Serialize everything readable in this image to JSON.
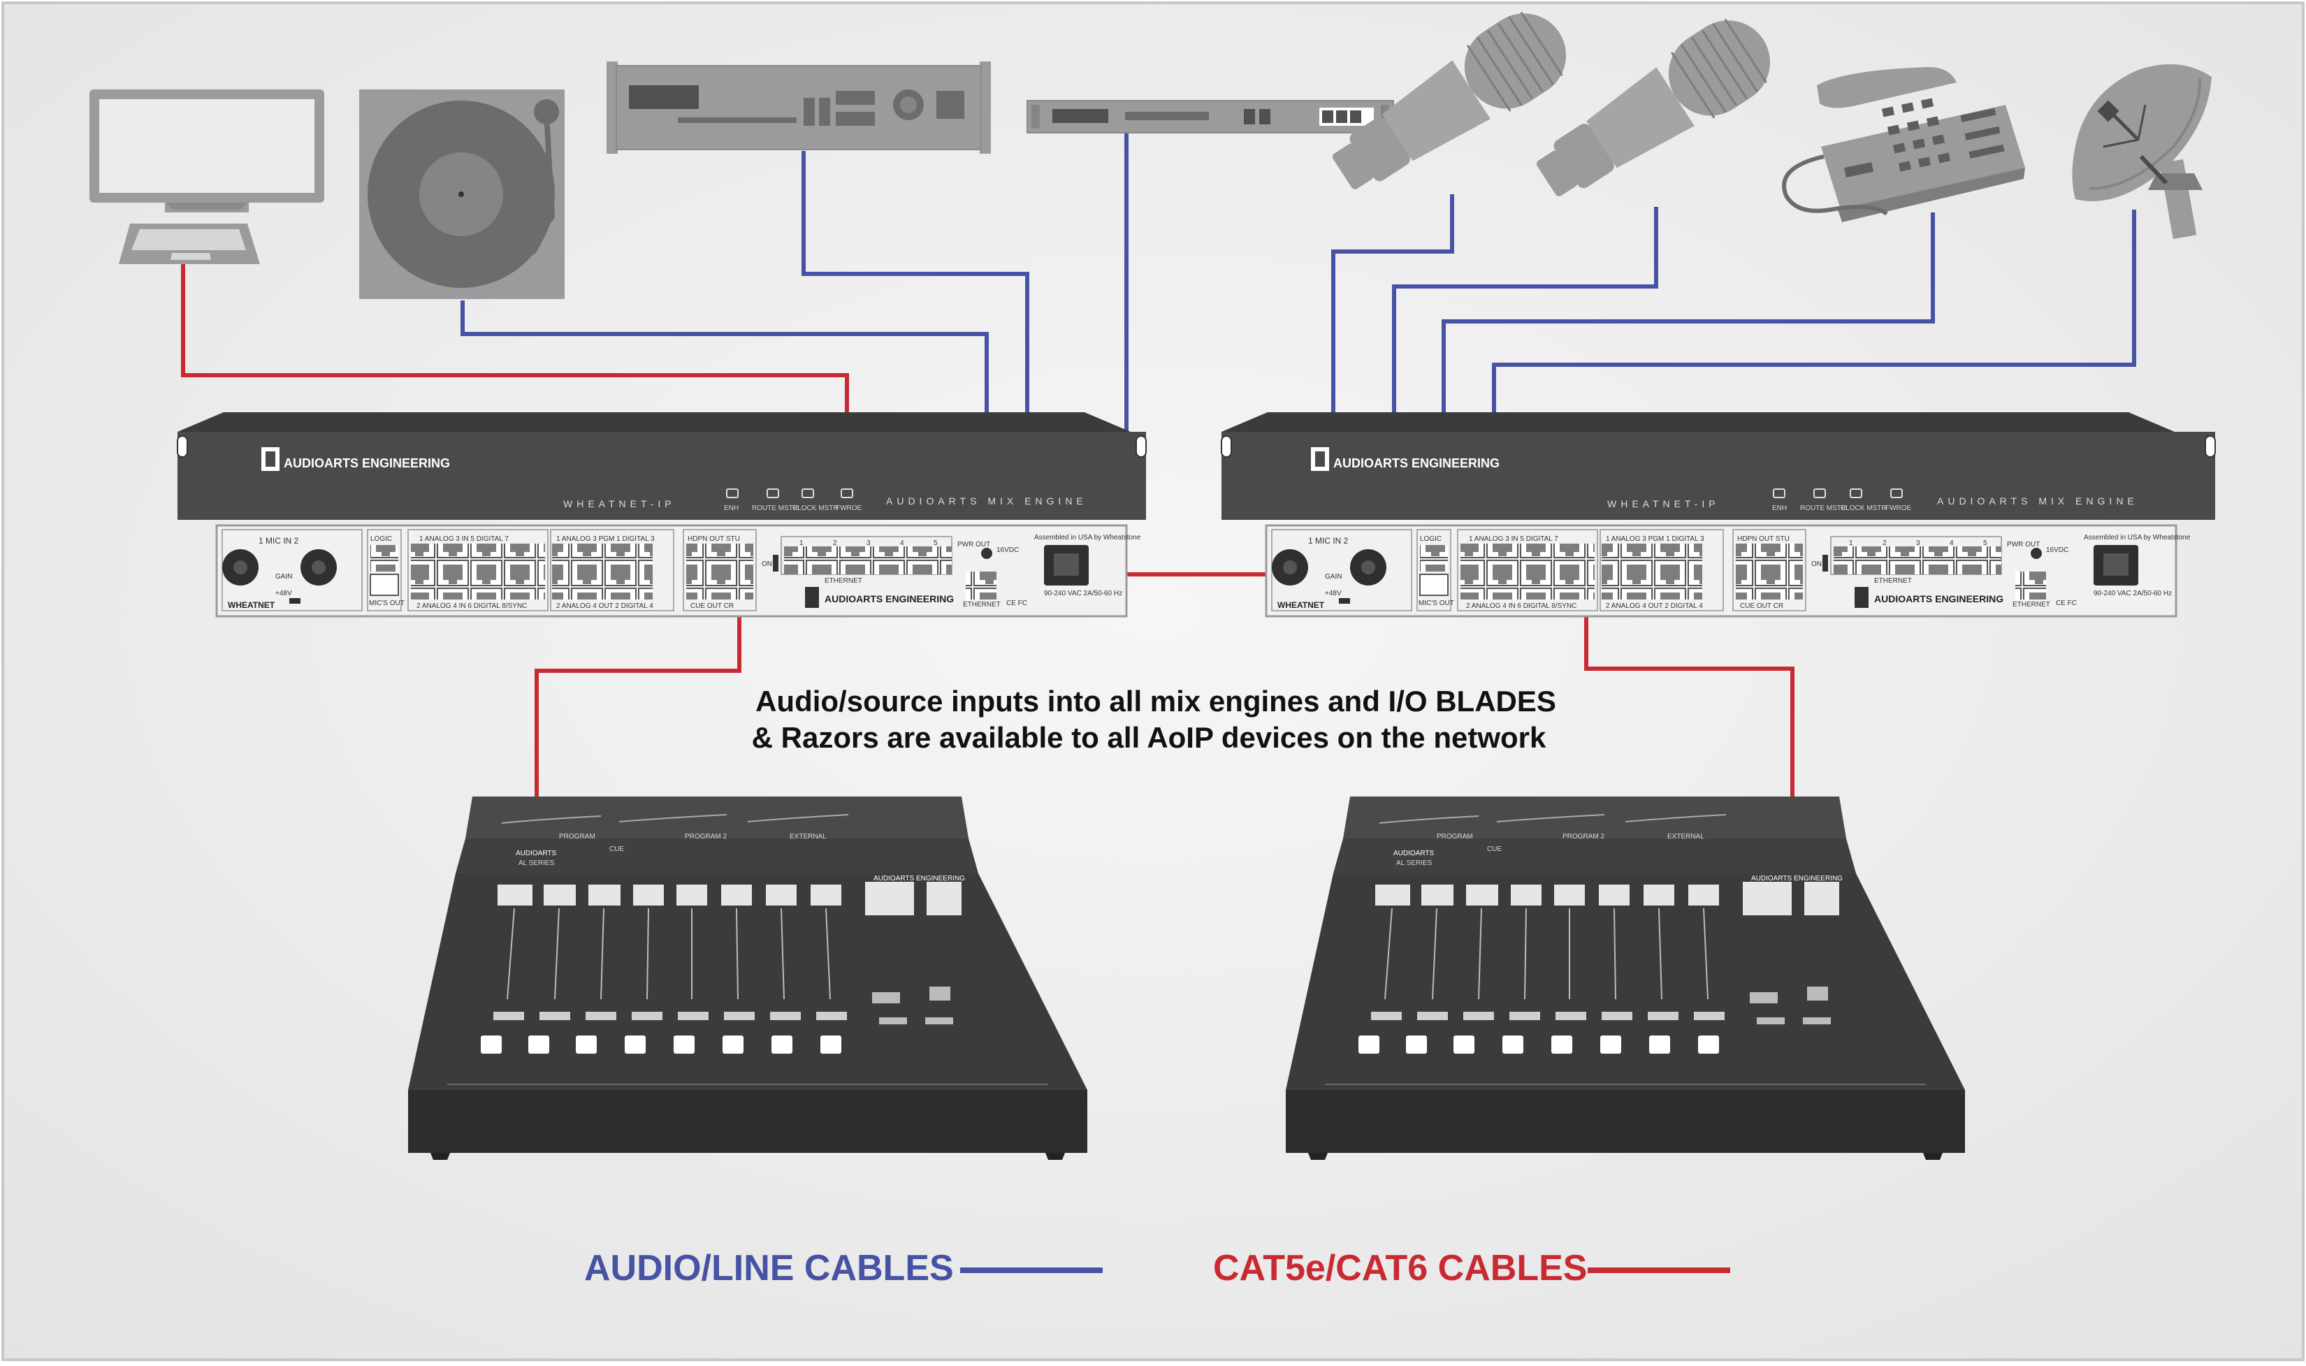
{
  "colors": {
    "audio_line": "#4652a3",
    "cat5": "#c92a32",
    "device_gray": "#9b9b9e",
    "device_dark": "#3b3b3d",
    "chassis": "#4a4a4c",
    "panel": "#f1f1f1",
    "background": "#ececec"
  },
  "caption": {
    "line1": "Audio/source inputs into all mix engines and I/O BLADES",
    "line2": "& Razors are available to all AoIP devices on the network"
  },
  "legend": {
    "audio_label": "AUDIO/LINE CABLES",
    "cat_label": "CAT5e/CAT6 CABLES"
  },
  "mix_engine": {
    "brand": "AUDIOARTS ENGINEERING",
    "model_left": "WHEATNET-IP",
    "model_right": "AUDIOARTS MIX ENGINE",
    "indicators": [
      "ENH",
      "ROUTE MSTR",
      "CLOCK MSTR",
      "FWROE"
    ]
  },
  "io_panel": {
    "mic_in": "1  MIC IN  2",
    "gain": "GAIN",
    "plus48v": "+48V",
    "logic": "LOGIC",
    "mic_out": "MIC'S OUT",
    "in_top": "1  ANALOG 3   IN   5  DIGITAL 7",
    "in_bottom": "2  ANALOG 4   IN   6  DIGITAL 8/SYNC",
    "pgm_top": "1  ANALOG 3  PGM  1  DIGITAL 3",
    "pgm_bottom": "2  ANALOG 4  OUT  2  DIGITAL 4",
    "hdpn_top": "HDPN  OUT  STU",
    "hdpn_bottom": "CUE   OUT   CR",
    "eth_nums": [
      "1",
      "2",
      "3",
      "4",
      "5"
    ],
    "ethernet": "ETHERNET",
    "pwr": "PWR OUT",
    "vdc": "16VDC",
    "assembled": "Assembled in USA by Wheatstone",
    "power_spec": "90-240 VAC 2A/50-60 Hz",
    "brand": "AUDIOARTS ENGINEERING",
    "on": "ON",
    "ce": "CE FC",
    "logo": "WHEATNET"
  },
  "console": {
    "brand": "AUDIOARTS",
    "sub": "AL SERIES",
    "brand2": "AUDIOARTS ENGINEERING",
    "meters": [
      "PROGRAM",
      "CUE",
      "PROGRAM 2",
      "EXTERNAL"
    ]
  }
}
